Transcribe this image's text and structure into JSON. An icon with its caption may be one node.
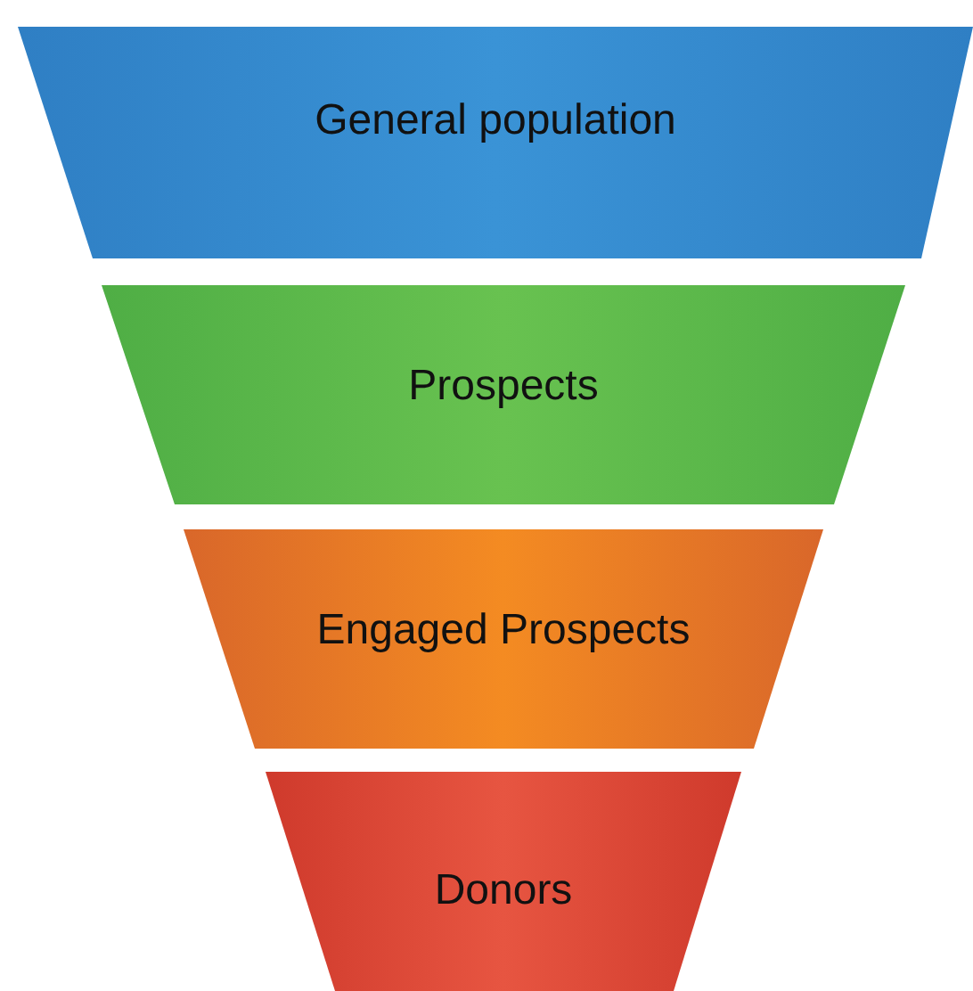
{
  "diagram": {
    "nodes": [
      {
        "text": [
          "General population"
        ]
      },
      {
        "text": [
          "Prospects"
        ]
      },
      {
        "text": [
          "Engaged Prospects"
        ]
      },
      {
        "text": [
          "Donors"
        ]
      }
    ]
  }
}
